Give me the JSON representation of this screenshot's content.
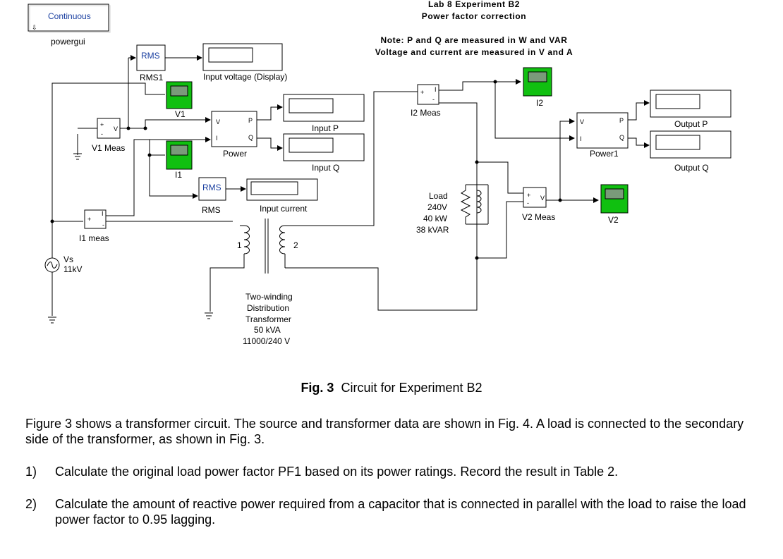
{
  "powergui": {
    "mode": "Continuous",
    "label": "powergui"
  },
  "title": {
    "line1": "Lab 8 Experiment B2",
    "line2": "Power factor correction"
  },
  "note": {
    "line1": "Note: P and Q are measured in W and VAR",
    "line2": "Voltage and current are measured in V and A"
  },
  "blocks": {
    "rms1": {
      "text": "RMS",
      "label": "RMS1"
    },
    "rms": {
      "text": "RMS",
      "label": "RMS"
    },
    "input_voltage_display": "Input voltage (Display)",
    "input_current_display": "Input current",
    "input_p": "Input P",
    "input_q": "Input Q",
    "output_p": "Output P",
    "output_q": "Output Q",
    "power": "Power",
    "power1": "Power1",
    "v1": "V1",
    "i1": "I1",
    "i2": "I2",
    "v2": "V2",
    "v1_meas": "V1 Meas",
    "i1_meas": "I1 meas",
    "i2_meas": "I2 Meas",
    "v2_meas": "V2 Meas",
    "source_name": "Vs",
    "source_value": "11kV",
    "load": {
      "line1": "Load",
      "line2": "240V",
      "line3": "40 kW",
      "line4": "38 kVAR"
    },
    "transformer": {
      "line1": "Two-winding",
      "line2": "Distribution",
      "line3": "Transformer",
      "line4": "50 kVA",
      "line5": "11000/240 V",
      "winding1": "1",
      "winding2": "2"
    },
    "ports": {
      "v": "V",
      "i": "I",
      "p": "P",
      "q": "Q",
      "plus": "+",
      "minus": "-"
    }
  },
  "caption": {
    "fig": "Fig. 3",
    "text": "Circuit for Experiment B2"
  },
  "paragraph": "Figure 3 shows a transformer circuit. The source and transformer data are shown in Fig. 4. A load is connected to the secondary side of the transformer, as shown in Fig. 3.",
  "items": [
    {
      "num": "1)",
      "text": "Calculate the original load power factor PF1 based on its power ratings. Record the result in Table 2."
    },
    {
      "num": "2)",
      "text": "Calculate the amount of reactive power required from a capacitor that is connected in parallel with the load to raise the load power factor to 0.95 lagging."
    }
  ],
  "colors": {
    "scope": "#10c010",
    "rms_text": "#1a3fa0",
    "powergui_text": "#1a3fa0",
    "port_red": "#d02020"
  }
}
